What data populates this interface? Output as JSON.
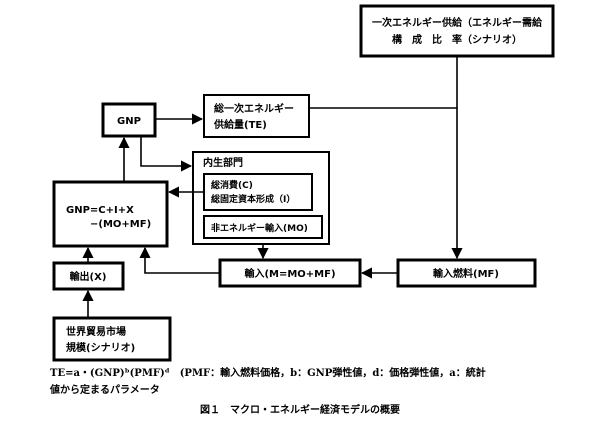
{
  "diagram": {
    "primary_supply": [
      "一次エネルギー供給（エネルギー需給",
      "構　成　比　率（シナリオ）"
    ],
    "gnp": "GNP",
    "total_primary": [
      "総一次エネルギー",
      "供給量(TE)"
    ],
    "internal_sector": "内生部門",
    "consumption_investment": [
      "総消費(C)",
      "総固定資本形成（I）"
    ],
    "identity": [
      "GNP=C+I+X",
      "−(MO+MF)"
    ],
    "nonenergy_import": "非エネルギー輸入(MO)",
    "exports": "輸出(X)",
    "imports": "輸入(M=MO+MF)",
    "fuel_imports": "輸入燃料(MF)",
    "world_trade": [
      "世界貿易市場",
      "規模(シナリオ)"
    ]
  },
  "formula": {
    "line1": "TE=a・(GNP)ᵇ(PMF)ᵈ　(PMF：輸入燃料価格，b：GNP弾性値，d：価格弾性値，a：統計",
    "line2": "値から定まるパラメータ"
  },
  "caption": "図１　マクロ・エネルギー経済モデルの概要"
}
